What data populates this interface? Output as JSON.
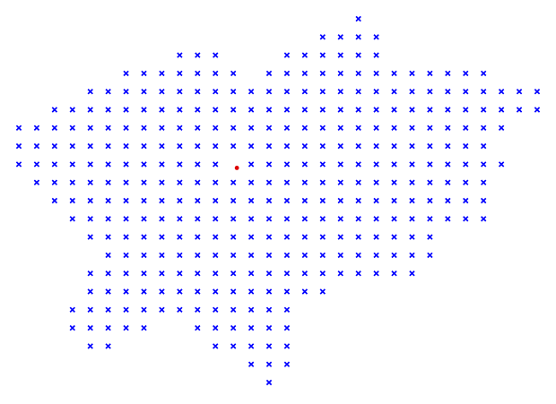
{
  "chart_data": {
    "type": "scatter",
    "title": "",
    "xlabel": "",
    "ylabel": "",
    "grid": false,
    "axes_visible": false,
    "xlim": [
      0,
      29
    ],
    "ylim": [
      0,
      20
    ],
    "series": [
      {
        "marker": "x",
        "color": "#0000ff",
        "rows": [
          {
            "y": 20,
            "x": [
              19
            ]
          },
          {
            "y": 19,
            "x": [
              17,
              18,
              19,
              20
            ]
          },
          {
            "y": 18,
            "x": [
              9,
              10,
              11,
              15,
              16,
              17,
              18,
              19,
              20
            ]
          },
          {
            "y": 17,
            "x": [
              6,
              7,
              8,
              9,
              10,
              11,
              12,
              14,
              15,
              16,
              17,
              18,
              19,
              20,
              21,
              22,
              23,
              24,
              25,
              26
            ]
          },
          {
            "y": 16,
            "x": [
              4,
              5,
              6,
              7,
              8,
              9,
              10,
              11,
              12,
              13,
              14,
              15,
              16,
              17,
              18,
              19,
              20,
              21,
              22,
              23,
              24,
              25,
              26,
              27,
              28,
              29
            ]
          },
          {
            "y": 15,
            "x": [
              2,
              3,
              4,
              5,
              6,
              7,
              8,
              9,
              10,
              11,
              12,
              13,
              14,
              15,
              16,
              17,
              18,
              19,
              20,
              21,
              22,
              23,
              24,
              25,
              26,
              27,
              28,
              29
            ]
          },
          {
            "y": 14,
            "x": [
              0,
              1,
              2,
              3,
              4,
              5,
              6,
              7,
              8,
              9,
              10,
              11,
              12,
              13,
              14,
              15,
              16,
              17,
              18,
              19,
              20,
              21,
              22,
              23,
              24,
              25,
              26,
              27
            ]
          },
          {
            "y": 13,
            "x": [
              0,
              1,
              2,
              3,
              4,
              5,
              6,
              7,
              8,
              9,
              10,
              11,
              12,
              13,
              14,
              15,
              16,
              17,
              18,
              19,
              20,
              21,
              22,
              23,
              24,
              25,
              26
            ]
          },
          {
            "y": 12,
            "x": [
              0,
              1,
              2,
              3,
              4,
              5,
              6,
              7,
              8,
              9,
              10,
              11,
              13,
              14,
              15,
              16,
              17,
              18,
              19,
              20,
              21,
              22,
              23,
              24,
              25,
              26,
              27
            ]
          },
          {
            "y": 11,
            "x": [
              1,
              2,
              3,
              4,
              5,
              6,
              7,
              8,
              9,
              10,
              11,
              12,
              13,
              14,
              15,
              16,
              17,
              18,
              19,
              20,
              21,
              22,
              23,
              24,
              25,
              26
            ]
          },
          {
            "y": 10,
            "x": [
              2,
              3,
              4,
              5,
              6,
              7,
              8,
              9,
              10,
              11,
              12,
              13,
              14,
              15,
              16,
              17,
              18,
              19,
              20,
              21,
              22,
              23,
              24,
              25,
              26
            ]
          },
          {
            "y": 9,
            "x": [
              3,
              4,
              5,
              6,
              7,
              8,
              9,
              10,
              11,
              12,
              13,
              14,
              15,
              16,
              17,
              18,
              19,
              20,
              21,
              22,
              23,
              24,
              25,
              26
            ]
          },
          {
            "y": 8,
            "x": [
              4,
              5,
              6,
              7,
              8,
              9,
              10,
              11,
              12,
              13,
              14,
              15,
              16,
              17,
              18,
              19,
              20,
              21,
              22,
              23
            ]
          },
          {
            "y": 7,
            "x": [
              5,
              6,
              7,
              8,
              9,
              10,
              11,
              12,
              13,
              14,
              15,
              16,
              17,
              18,
              19,
              20,
              21,
              22,
              23
            ]
          },
          {
            "y": 6,
            "x": [
              4,
              5,
              6,
              7,
              8,
              9,
              10,
              11,
              12,
              13,
              14,
              15,
              16,
              17,
              18,
              19,
              20,
              21,
              22
            ]
          },
          {
            "y": 5,
            "x": [
              4,
              5,
              6,
              7,
              8,
              9,
              10,
              11,
              12,
              13,
              14,
              15,
              16,
              17
            ]
          },
          {
            "y": 4,
            "x": [
              3,
              4,
              5,
              6,
              7,
              8,
              9,
              10,
              11,
              12,
              13,
              14,
              15
            ]
          },
          {
            "y": 3,
            "x": [
              3,
              4,
              5,
              6,
              7,
              10,
              11,
              12,
              13,
              14,
              15
            ]
          },
          {
            "y": 2,
            "x": [
              4,
              5,
              11,
              12,
              13,
              14,
              15
            ]
          },
          {
            "y": 1,
            "x": [
              13,
              14,
              15
            ]
          },
          {
            "y": 0,
            "x": [
              14
            ]
          }
        ]
      },
      {
        "marker": "dot",
        "color": "#dd0000",
        "points": [
          {
            "x": 12.2,
            "y": 11.8
          }
        ]
      }
    ]
  }
}
